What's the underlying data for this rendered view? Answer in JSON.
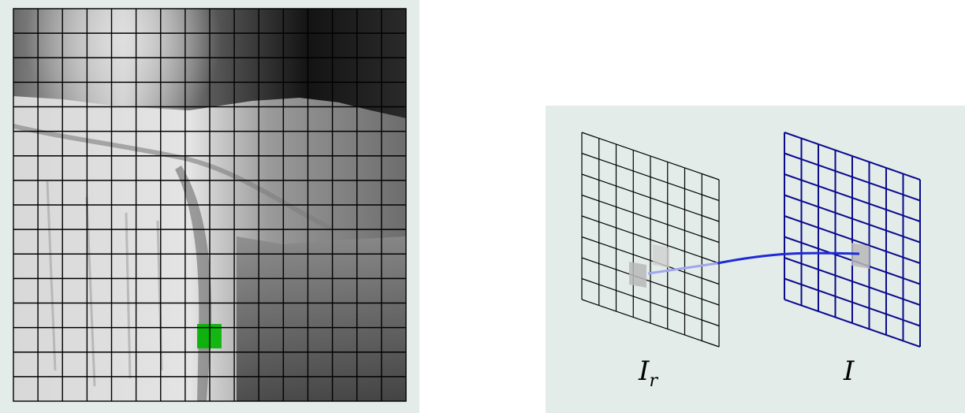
{
  "left_panel": {
    "image_subject": "grayscale-photo-with-grid",
    "grid_rows": 16,
    "grid_cols": 16,
    "highlight_color": "#00b400",
    "highlight_cell": {
      "row": 13,
      "col": 8
    }
  },
  "right_panel": {
    "reference_grid": {
      "label_main": "I",
      "label_sub": "r",
      "rows": 8,
      "cols": 8,
      "color": "#000000"
    },
    "target_grid": {
      "label_main": "I",
      "rows": 8,
      "cols": 8,
      "color": "#0a0a8c"
    },
    "connector_color": "#1f2bd6",
    "patch_color": "#b8b8b8"
  }
}
